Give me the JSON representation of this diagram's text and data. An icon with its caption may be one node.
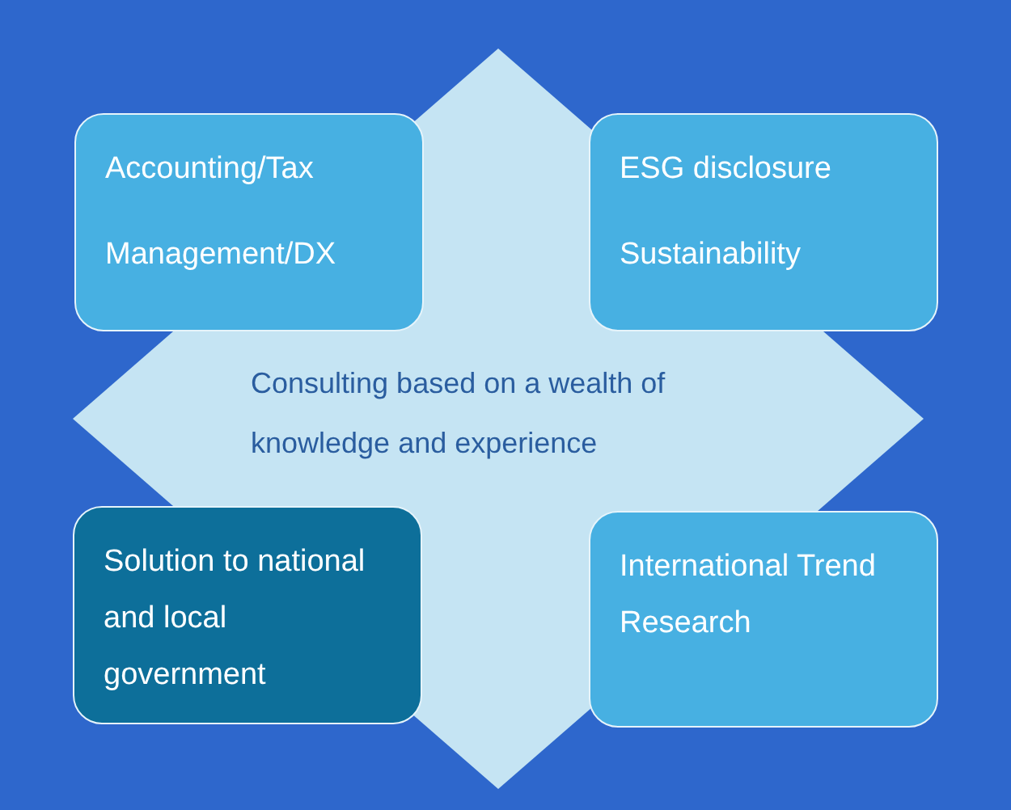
{
  "diagram": {
    "nodes": [
      {
        "text": [
          "Consulting based on a wealth of knowledge and experience"
        ]
      },
      {
        "text": [
          "Accounting/Tax",
          "Management/DX"
        ]
      },
      {
        "text": [
          "ESG disclosure",
          "Sustainability"
        ]
      },
      {
        "text": [
          "Solution to national and local government"
        ]
      },
      {
        "text": [
          "International Trend Research"
        ]
      }
    ]
  }
}
